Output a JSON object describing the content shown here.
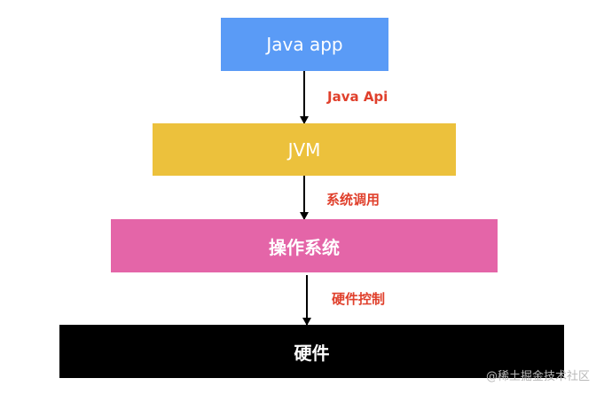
{
  "layers": {
    "app": "Java app",
    "jvm": "JVM",
    "os": "操作系统",
    "hardware": "硬件"
  },
  "edges": {
    "app_to_jvm": "Java Api",
    "jvm_to_os": "系统调用",
    "os_to_hardware": "硬件控制"
  },
  "watermark": "@稀土掘金技术社区",
  "colors": {
    "app": "#5a9bf6",
    "jvm": "#ecc13c",
    "os": "#e465a8",
    "hardware": "#000000",
    "edge_label": "#e0402c"
  }
}
